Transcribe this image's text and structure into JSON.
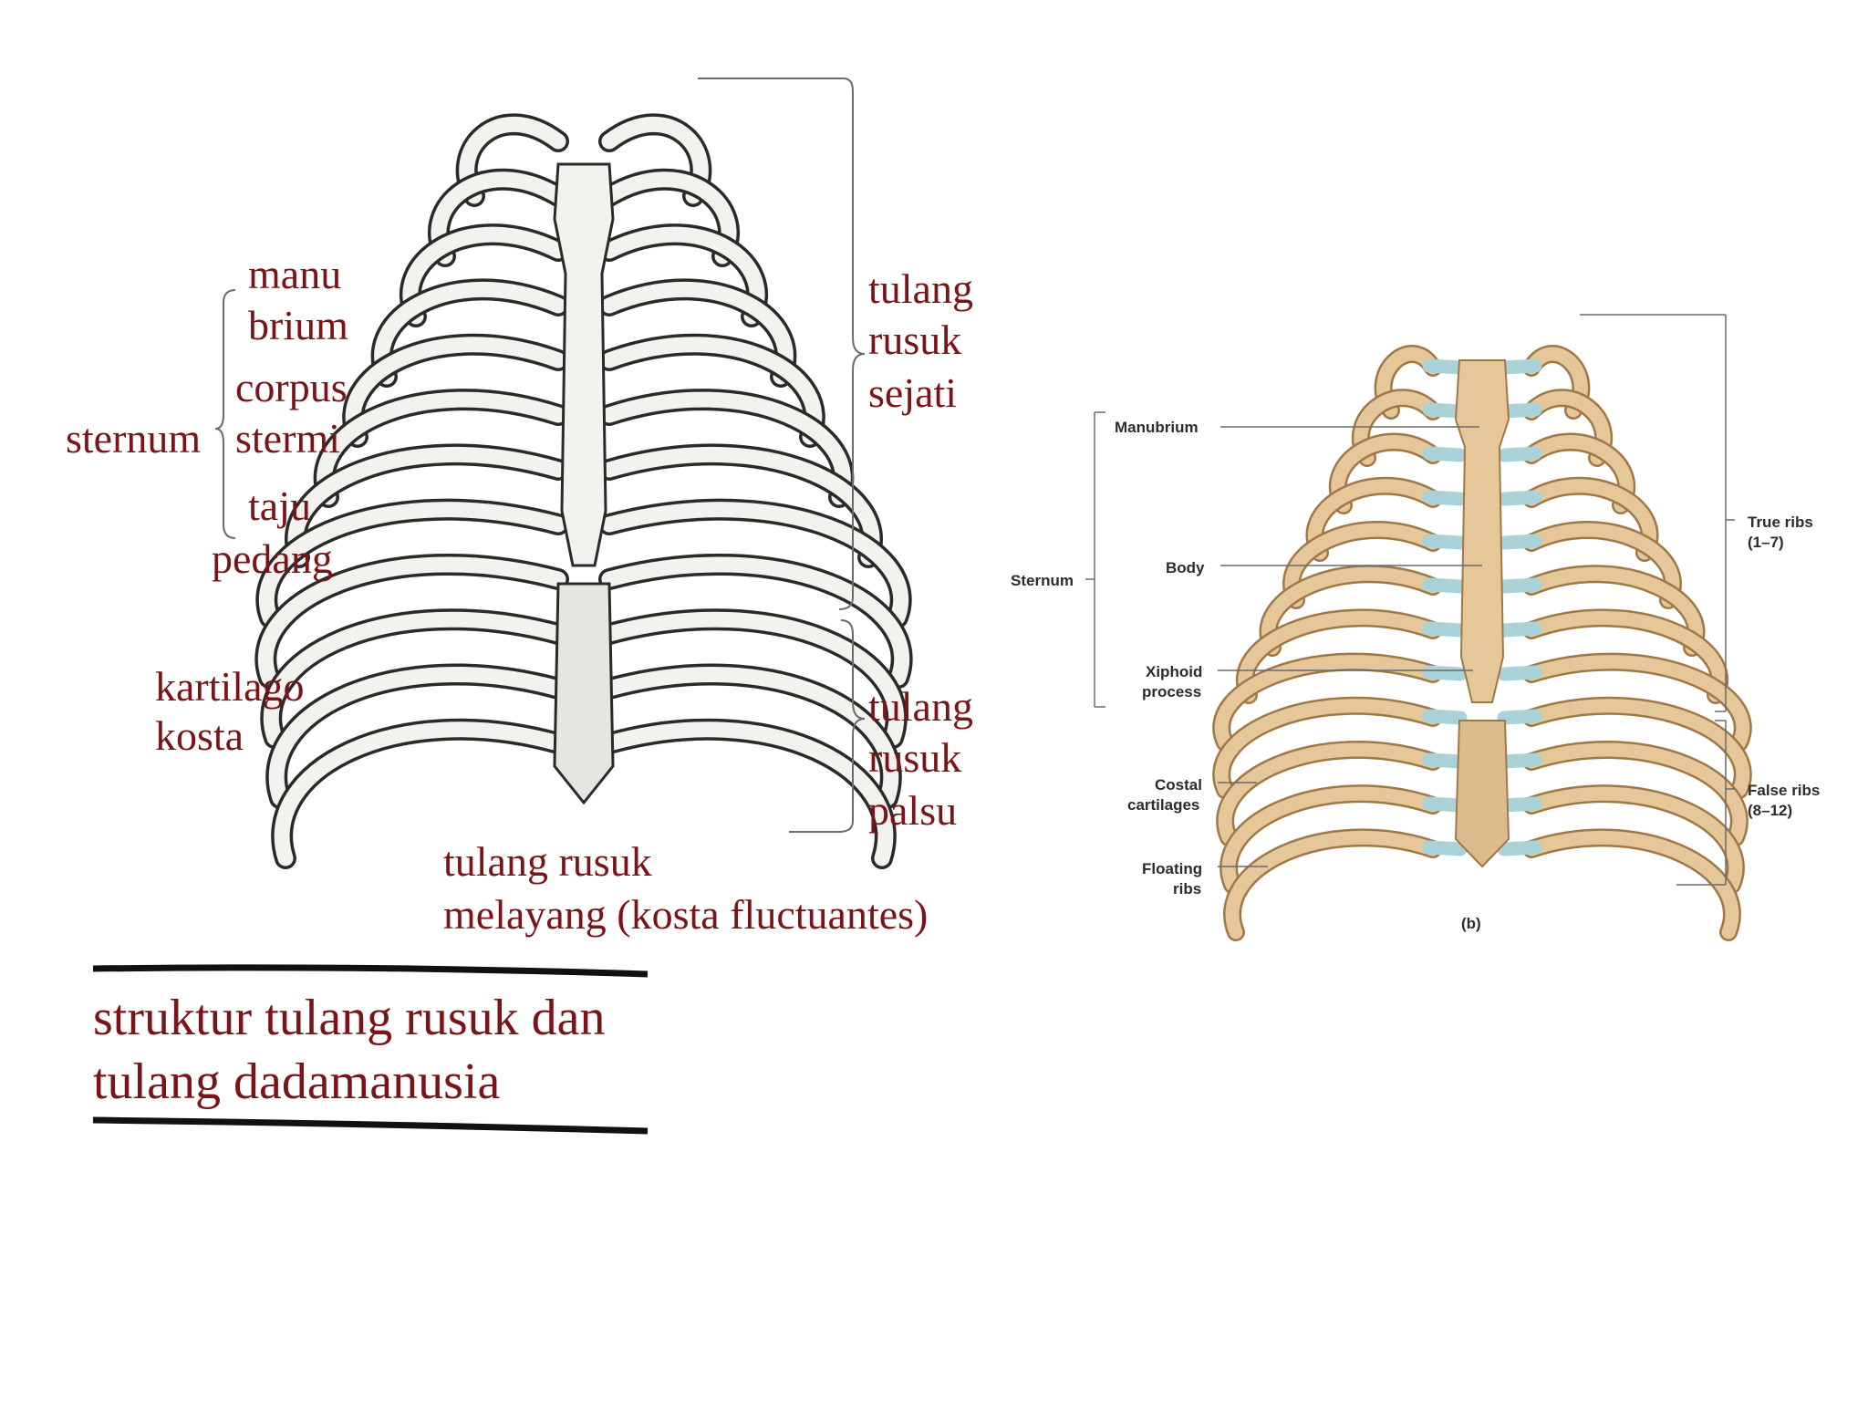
{
  "left_diagram": {
    "labels": {
      "manu": "manu",
      "brium": "brium",
      "corpus": "corpus",
      "stermi": "stermi",
      "sternum": "sternum",
      "taju": "taju",
      "pedang": "pedang",
      "kartilago": "kartilago",
      "kosta": "kosta",
      "true_ribs_1": "tulang",
      "true_ribs_2": "rusuk",
      "true_ribs_3": "sejati",
      "false_ribs_1": "tulang",
      "false_ribs_2": "rusuk",
      "false_ribs_3": "palsu",
      "floating_1": "tulang rusuk",
      "floating_2": "melayang (kosta fluctuantes)"
    },
    "colors": {
      "label": "#7a1418",
      "bone_fill": "#f2f2ee",
      "bone_stroke": "#2a2a2a"
    }
  },
  "right_diagram": {
    "labels": {
      "manubrium": "Manubrium",
      "sternum": "Sternum",
      "body": "Body",
      "xiphoid_1": "Xiphoid",
      "xiphoid_2": "process",
      "costal_1": "Costal",
      "costal_2": "cartilages",
      "floating_1": "Floating",
      "floating_2": "ribs",
      "true_ribs_1": "True ribs",
      "true_ribs_2": "(1–7)",
      "false_ribs_1": "False ribs",
      "false_ribs_2": "(8–12)",
      "panel": "(b)"
    },
    "colors": {
      "bone": "#e6c79a",
      "bone_stroke": "#a07848",
      "cartilage": "#a9d3d9",
      "cartilage_stroke": "#6da4ad"
    }
  },
  "caption": {
    "line1": "struktur tulang rusuk  dan",
    "line2": "tulang dadamanusia"
  }
}
